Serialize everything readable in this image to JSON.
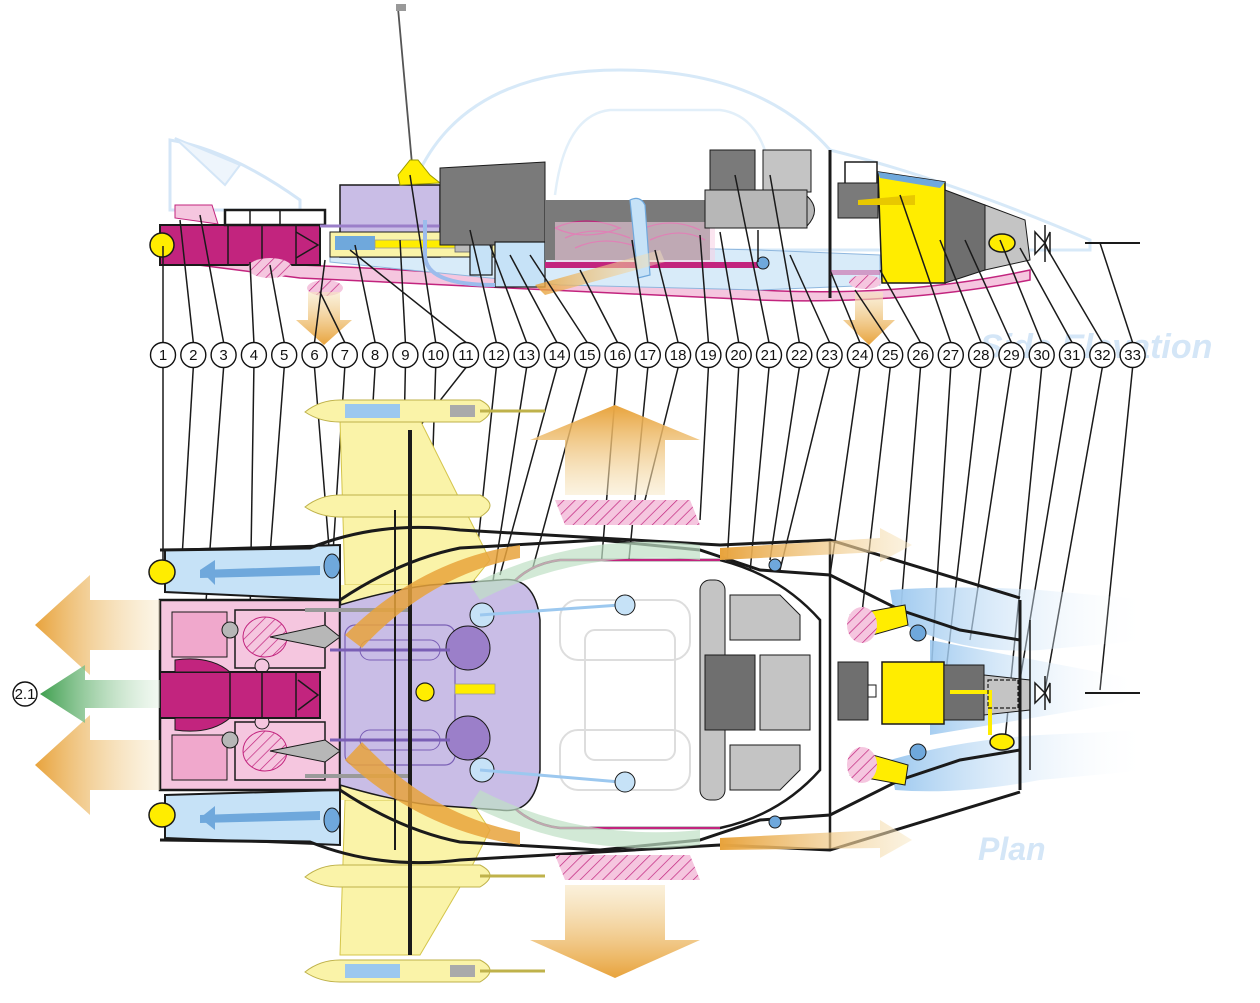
{
  "views": {
    "side_label": "Side Elevation",
    "plan_label": "Plan"
  },
  "callouts": [
    "1",
    "2",
    "3",
    "4",
    "5",
    "6",
    "7",
    "8",
    "9",
    "10",
    "11",
    "12",
    "13",
    "14",
    "15",
    "16",
    "17",
    "18",
    "19",
    "20",
    "21",
    "22",
    "23",
    "24",
    "25",
    "26",
    "27",
    "28",
    "29",
    "30",
    "31",
    "32",
    "33"
  ],
  "extra_callout": "2.1",
  "colors": {
    "magenta": "#c2247e",
    "pink": "#f2b8d8",
    "lavender": "#c9bde6",
    "purple": "#9b7fc9",
    "yellow": "#ffed00",
    "pale_yellow": "#faf3a8",
    "light_blue": "#c6e2f7",
    "blue": "#6fa8dc",
    "gray": "#9a9a9a",
    "dark_gray": "#6f6f6f",
    "orange": "#e8a33c",
    "green": "#4aa85a",
    "outline": "#1a1a1a",
    "ghost": "#d9ebf8"
  }
}
